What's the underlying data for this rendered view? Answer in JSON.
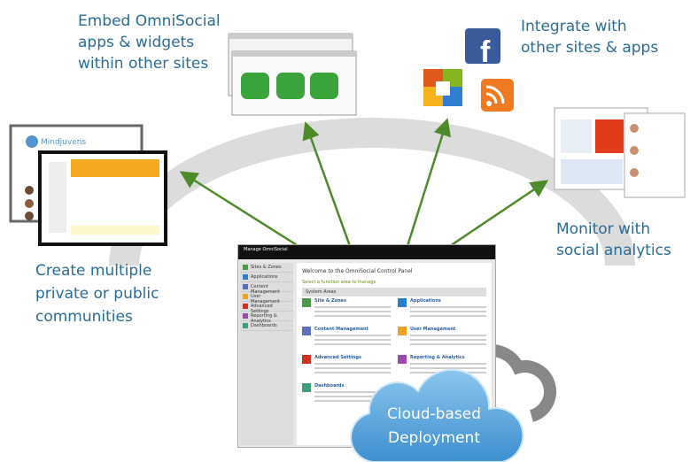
{
  "captions": {
    "embed": [
      "Embed OmniSocial",
      "apps & widgets",
      "within other sites"
    ],
    "integrate": [
      "Integrate with",
      "other sites & apps"
    ],
    "monitor": [
      "Monitor with",
      "social analytics"
    ],
    "communities": [
      "Create multiple",
      "private or public",
      "communities"
    ],
    "cloud": [
      "Cloud-based",
      "Deployment"
    ]
  },
  "control_panel": {
    "app_title": "Manage OmniSocial",
    "welcome": "Welcome to the OmniSocial Control Panel",
    "select": "Select a function area to manage",
    "system_areas": "System Areas",
    "sidebar": [
      "Sites & Zones",
      "Applications",
      "Content Management",
      "User Management",
      "Advanced Settings",
      "Reporting & Analytics",
      "Dashboards"
    ],
    "areas": [
      "Site & Zones",
      "Applications",
      "Content Management",
      "User Management",
      "Advanced Settings",
      "Reporting & Analytics",
      "Dashboards"
    ]
  },
  "community_logo": "Mindjuvens",
  "colors": {
    "caption": "#2a6c96",
    "arrow": "#4f8a2a",
    "arc": "#d9d9d9",
    "cloud": "#5aa6dc"
  }
}
